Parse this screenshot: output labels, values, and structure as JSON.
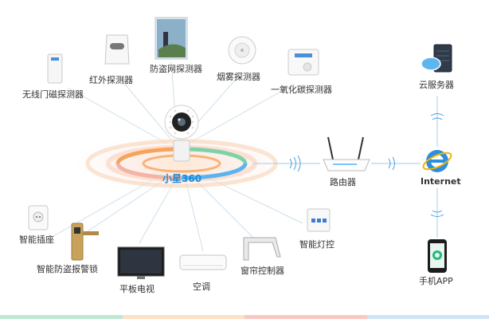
{
  "hub": {
    "label": "小星360"
  },
  "sensors": [
    {
      "id": "door",
      "label": "无线门磁探测器",
      "icon": "door-sensor-icon"
    },
    {
      "id": "infrared",
      "label": "红外探测器",
      "icon": "infrared-sensor-icon"
    },
    {
      "id": "net",
      "label": "防盗网探测器",
      "icon": "window-net-sensor-icon"
    },
    {
      "id": "smoke",
      "label": "烟雾探测器",
      "icon": "smoke-detector-icon"
    },
    {
      "id": "co",
      "label": "一氧化碳探测器",
      "icon": "co-detector-icon"
    }
  ],
  "appliances": [
    {
      "id": "socket",
      "label": "智能插座",
      "icon": "smart-socket-icon"
    },
    {
      "id": "lock",
      "label": "智能防盗报警锁",
      "icon": "smart-lock-icon"
    },
    {
      "id": "tv",
      "label": "平板电视",
      "icon": "tv-icon"
    },
    {
      "id": "ac",
      "label": "空调",
      "icon": "air-conditioner-icon"
    },
    {
      "id": "curtain",
      "label": "窗帘控制器",
      "icon": "curtain-controller-icon"
    },
    {
      "id": "light",
      "label": "智能灯控",
      "icon": "light-switch-icon"
    }
  ],
  "network": {
    "router": "路由器",
    "internet": "Internet",
    "cloud": "云服务器",
    "app": "手机APP"
  },
  "colors": {
    "accent": "#1a8cd8",
    "ring_orange": "#f7a35c",
    "ring_green": "#7dd3a8",
    "ring_blue": "#5ab4f0"
  }
}
